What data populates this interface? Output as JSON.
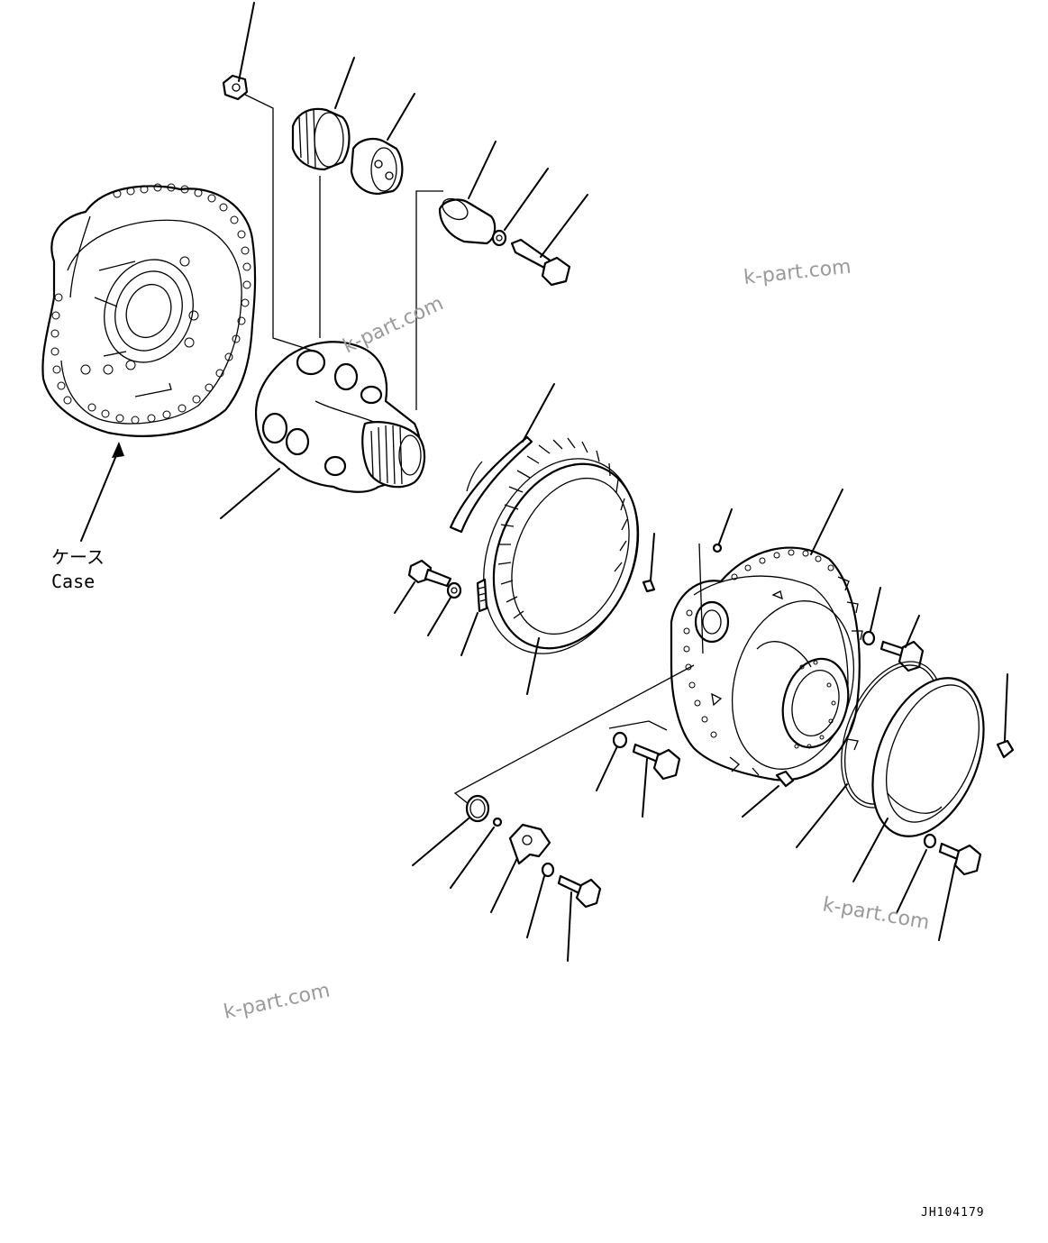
{
  "case_label": {
    "ja": "ケース",
    "en": "Case"
  },
  "watermarks": [
    "k-part.com",
    "k-part.com",
    "k-part.com",
    "k-part.com"
  ],
  "drawing_code": "JH104179"
}
